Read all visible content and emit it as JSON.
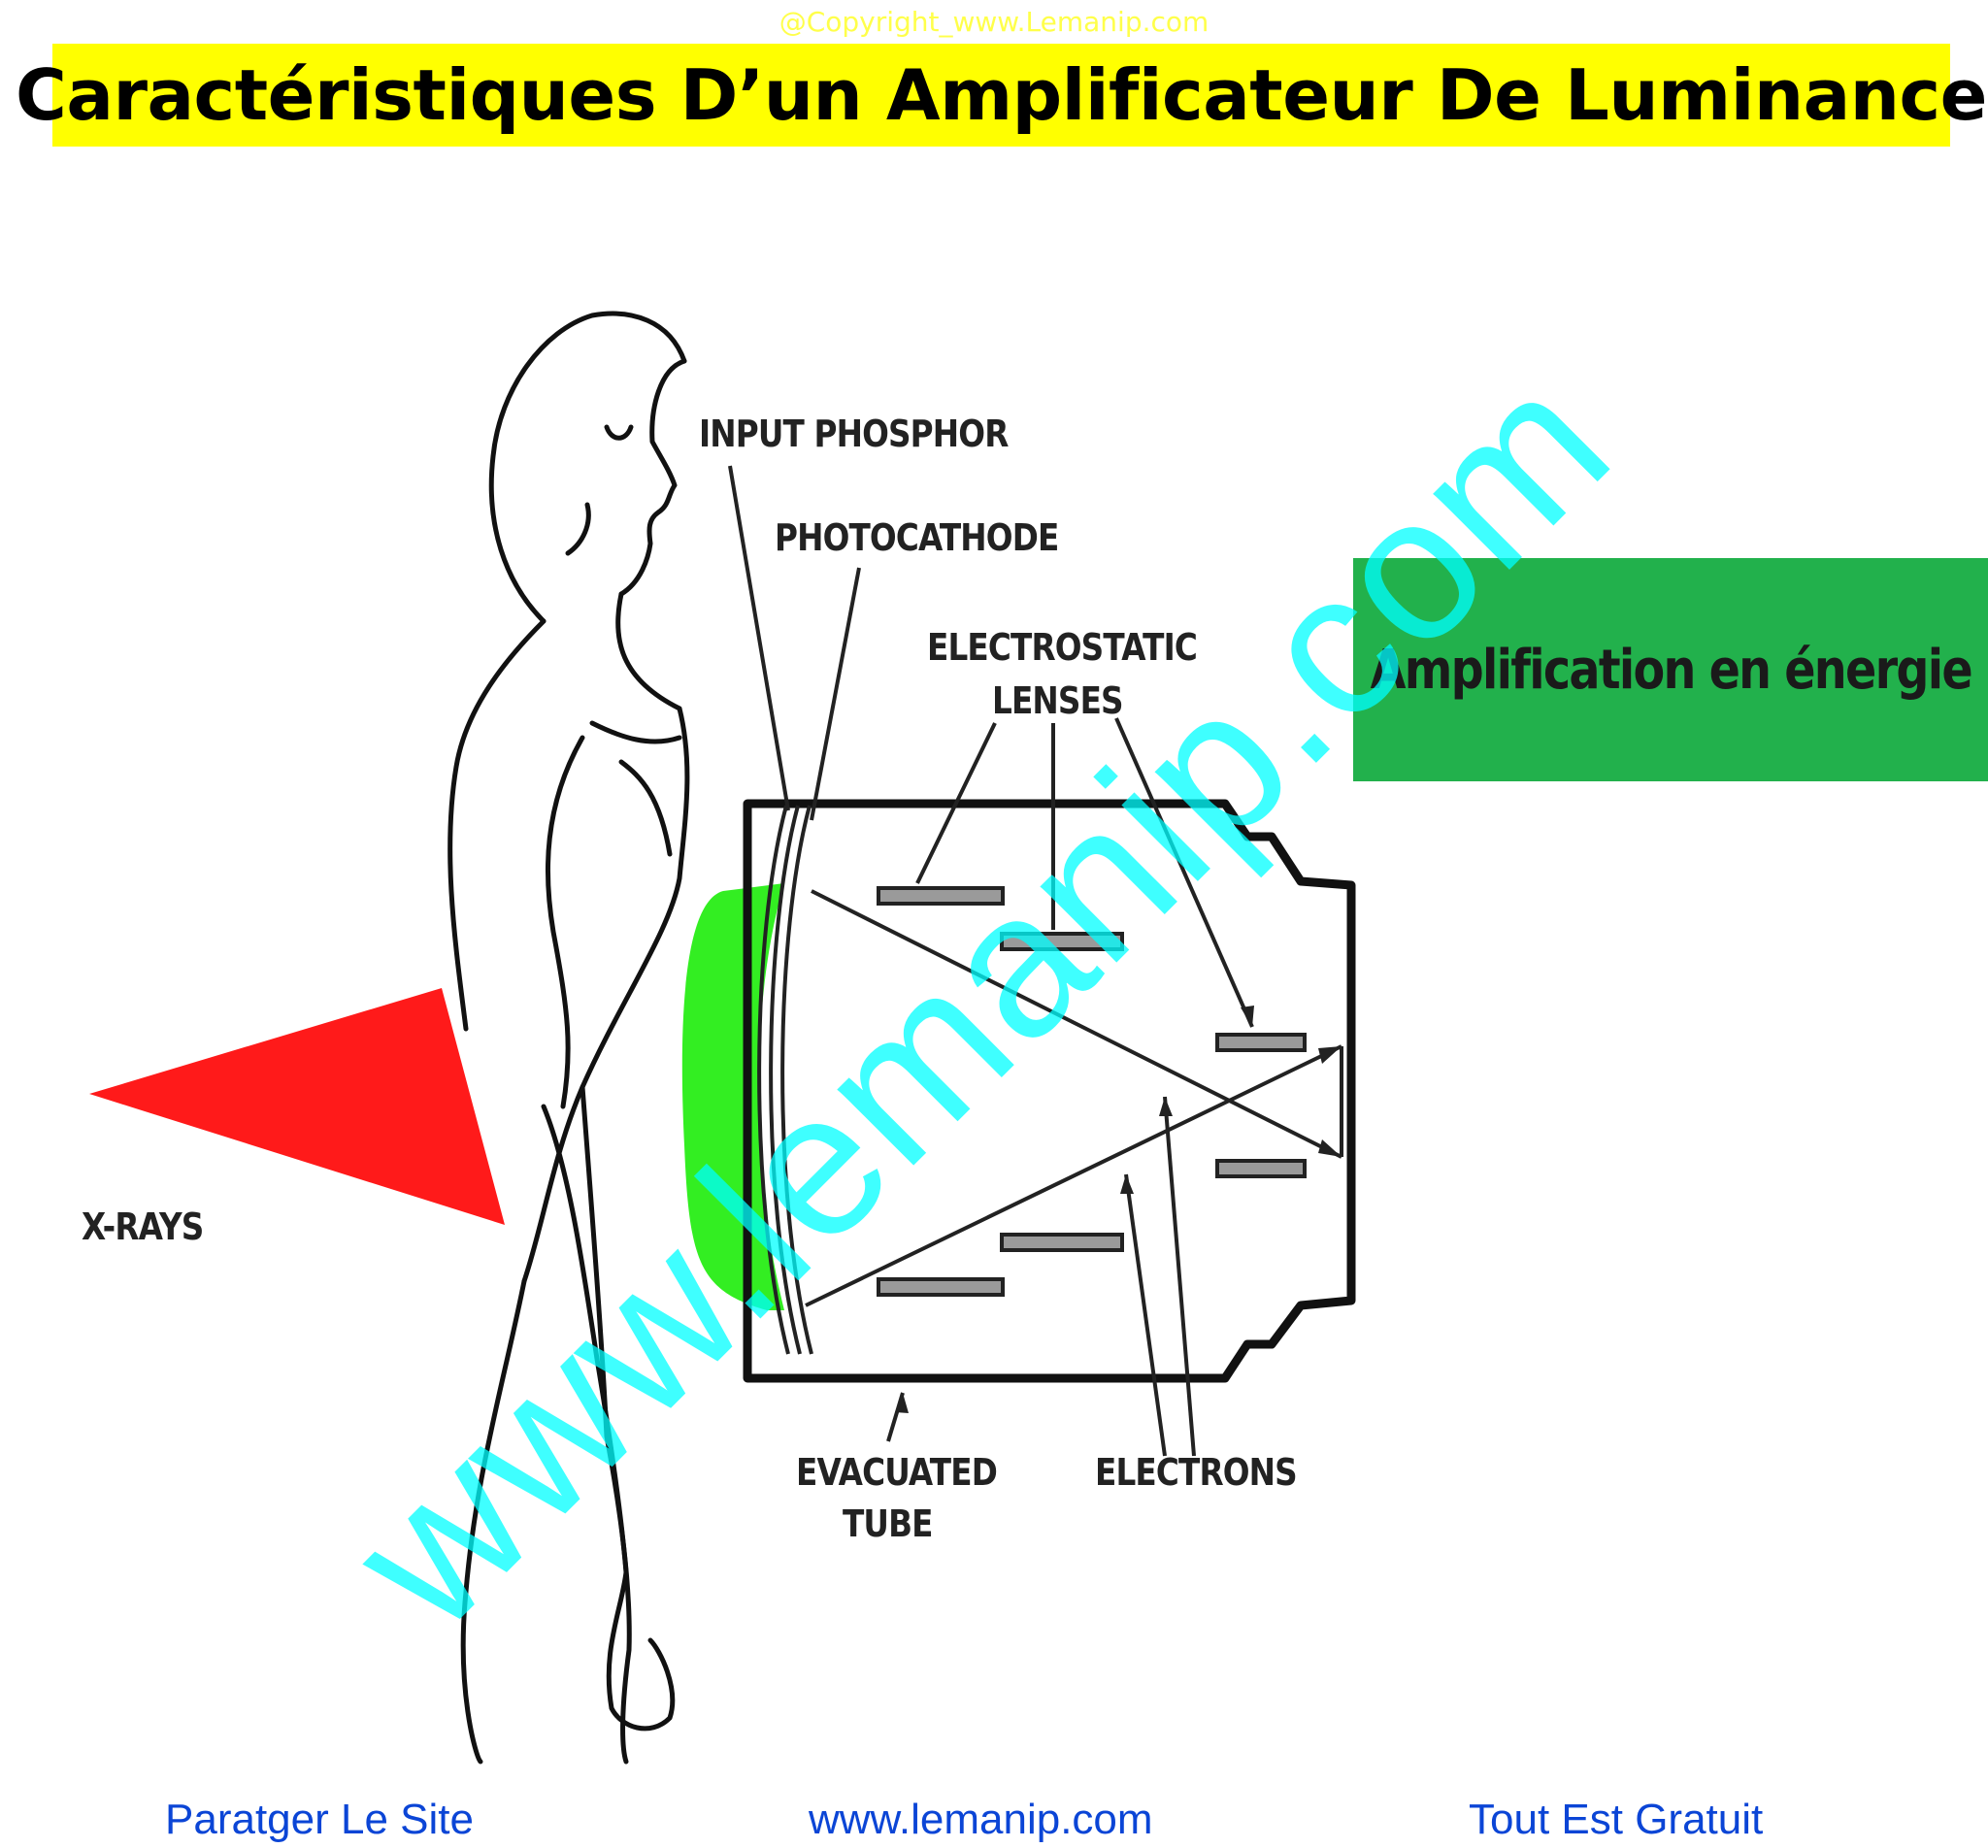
{
  "header": {
    "copyright": "@Copyright_www.Lemanip.com",
    "title": "Caractéristiques D’un Amplificateur De Luminance"
  },
  "diagram": {
    "labels": {
      "input_phosphor": "INPUT PHOSPHOR",
      "photocathode": "PHOTOCATHODE",
      "electrostatic_line1": "ELECTROSTATIC",
      "electrostatic_line2": "LENSES",
      "x_rays": "X-RAYS",
      "evacuated_line1": "EVACUATED",
      "evacuated_line2": "TUBE",
      "electrons": "ELECTRONS"
    },
    "callout": "Amplification en énergie",
    "colors": {
      "xray_beam": "#ff1a1a",
      "phosphor_glow": "#33ee22",
      "callout_bg": "#22b14c",
      "title_bg": "#ffff00"
    }
  },
  "watermark": "www.lemanip.com",
  "footer": {
    "left": "Paratger Le Site",
    "center": "www.lemanip.com",
    "right": "Tout Est Gratuit"
  }
}
